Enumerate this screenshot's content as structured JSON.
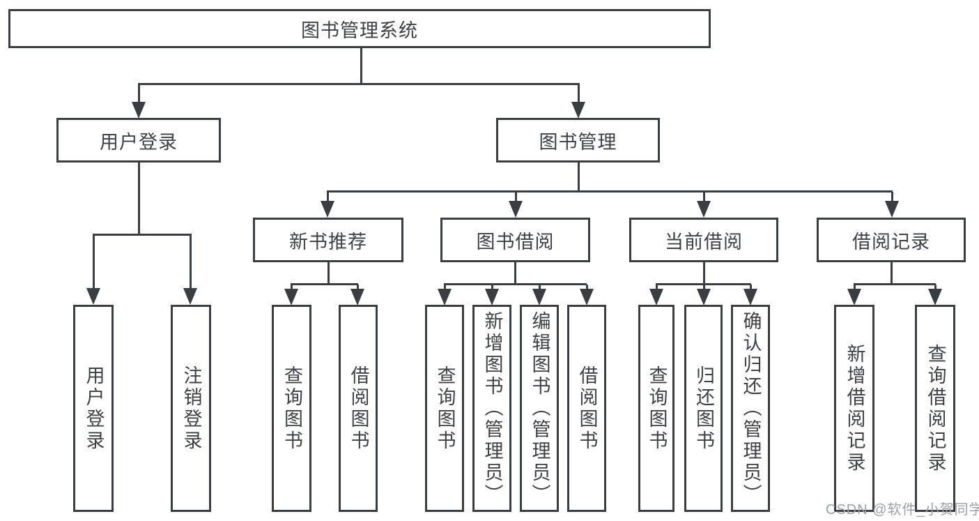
{
  "title": "图书管理系统",
  "nodes": {
    "user_login": "用户登录",
    "book_mgmt": "图书管理",
    "new_rec": "新书推荐",
    "book_borrow": "图书借阅",
    "current_borrow": "当前借阅",
    "borrow_records": "借阅记录"
  },
  "leaves": {
    "user_login": "用户登录",
    "logout": "注销登录",
    "rec_query_book": "查询图书",
    "rec_borrow_book": "借阅图书",
    "bb_query_book": "查询图书",
    "bb_add_book_admin": "新增图书（管理员）",
    "bb_edit_book_admin": "编辑图书（管理员）",
    "bb_borrow_book": "借阅图书",
    "cb_query_book": "查询图书",
    "cb_return_book": "归还图书",
    "cb_confirm_return_admin": "确认归还（管理员）",
    "br_add_record": "新增借阅记录",
    "br_query_record": "查询借阅记录"
  },
  "watermark": "CSDN @软件_小贺同学",
  "colors": {
    "line": "#3a3d42",
    "text": "#3d4045",
    "watermark": "#9aa0a6",
    "background": "#ffffff"
  }
}
